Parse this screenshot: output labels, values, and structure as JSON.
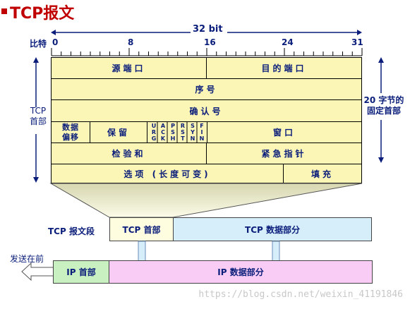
{
  "title": "TCP报文",
  "ruler": {
    "bits_label": "32 bit",
    "bit_word": "比特",
    "ticks": [
      "0",
      "8",
      "16",
      "24",
      "31"
    ]
  },
  "header_side_label": "TCP\n首部",
  "fixed_header_label": "20 字节的\n固定首部",
  "fields": {
    "src_port": "源端口",
    "dst_port": "目的端口",
    "seq": "序号",
    "ack": "确认号",
    "data_offset": "数据\n偏移",
    "reserved": "保留",
    "flags": [
      "URG",
      "ACK",
      "PSH",
      "RST",
      "SYN",
      "FIN"
    ],
    "window": "窗口",
    "checksum": "检验和",
    "urgent_ptr": "紧急指针",
    "options": "选项 (长度可变)",
    "padding": "填充"
  },
  "segment": {
    "label": "TCP 报文段",
    "tcp_header": "TCP 首部",
    "tcp_data": "TCP 数据部分"
  },
  "ip": {
    "send_label": "发送在前",
    "ip_header": "IP 首部",
    "ip_data": "IP 数据部分"
  },
  "watermark": "https://blog.csdn.net/weixin_41191846",
  "colors": {
    "field_fill": "#fbf6b6",
    "tcp_header_fill": "#fffde0",
    "tcp_data_fill": "#d6eefa",
    "ip_header_fill": "#c8f0c0",
    "ip_data_fill": "#f8ccf4",
    "text": "#0a1d7a",
    "title": "#c00000"
  }
}
